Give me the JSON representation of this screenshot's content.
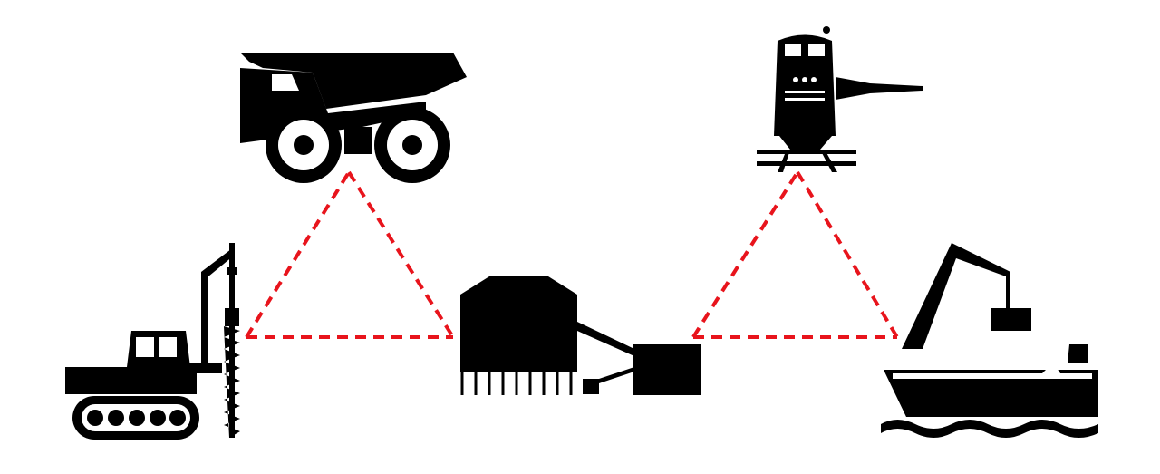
{
  "diagram": {
    "nodes": [
      {
        "id": "drill",
        "icon": "drilling-rig-icon"
      },
      {
        "id": "truck",
        "icon": "haul-truck-icon"
      },
      {
        "id": "plant",
        "icon": "processing-plant-icon"
      },
      {
        "id": "train",
        "icon": "train-icon"
      },
      {
        "id": "ship",
        "icon": "cargo-ship-icon"
      }
    ],
    "links": [
      {
        "from": "drill",
        "to": "truck",
        "style": "dashed"
      },
      {
        "from": "truck",
        "to": "plant",
        "style": "dashed"
      },
      {
        "from": "drill",
        "to": "plant",
        "style": "dashed"
      },
      {
        "from": "plant",
        "to": "train",
        "style": "dashed"
      },
      {
        "from": "train",
        "to": "ship",
        "style": "dashed"
      },
      {
        "from": "plant",
        "to": "ship",
        "style": "dashed"
      }
    ],
    "colors": {
      "icon": "#000000",
      "link": "#e8141c",
      "background": "#ffffff"
    }
  }
}
